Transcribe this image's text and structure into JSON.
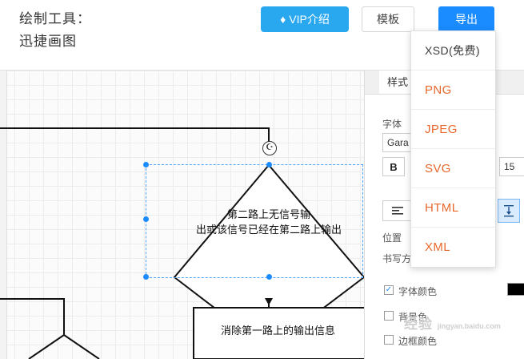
{
  "header": {
    "app_title_line1": "绘制工具：",
    "app_title_line2": "迅捷画图",
    "vip_button": "VIP介绍",
    "vip_icon": "diamond-icon",
    "template_button": "模板",
    "export_button": "导出"
  },
  "export_menu": {
    "items": [
      {
        "label": "XSD(免费)"
      },
      {
        "label": "PNG"
      },
      {
        "label": "JPEG"
      },
      {
        "label": "SVG"
      },
      {
        "label": "HTML"
      },
      {
        "label": "XML"
      }
    ]
  },
  "canvas": {
    "diamond_text_line1": "第二路上无信号输",
    "diamond_text_line2": "出或该信号已经在第二路上输出",
    "box_text": "消除第一路上的输出信息",
    "rotate_icon": "rotate-handle-icon"
  },
  "panel": {
    "tab_style": "样式",
    "tab_other": "",
    "font_label": "字体",
    "font_value": "Gara",
    "bold_label": "B",
    "font_size": "15",
    "align_icon": "align-left-icon",
    "vertical_align_icon": "vertical-align-icon",
    "position_label": "位置",
    "writing_label": "书写方向",
    "font_color_label": "字体颜色",
    "bg_color_label": "背景色",
    "border_color_label": "边框颜色",
    "font_color_checked": true,
    "bg_color_checked": false,
    "border_color_checked": false,
    "font_color_value": "#000000"
  },
  "watermark": {
    "text": "经验",
    "sub": "jingyan.baidu.com"
  },
  "colors": {
    "accent_blue": "#1a8cff",
    "vip_blue": "#29a7ef",
    "menu_orange": "#e8682c",
    "selection_blue": "#4da3ff"
  }
}
